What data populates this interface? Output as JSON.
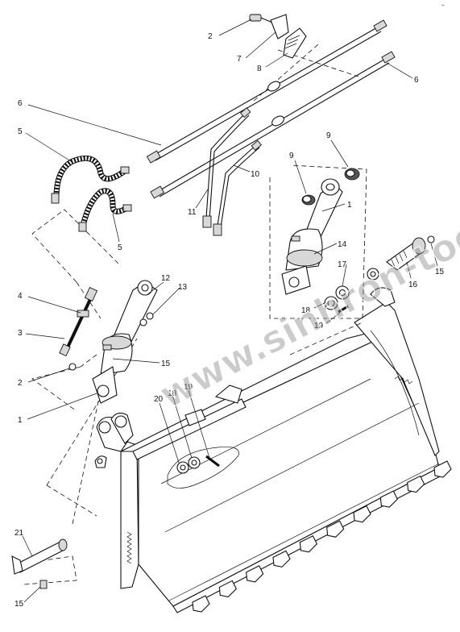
{
  "diagram": {
    "watermark": "www.sinhron-tool.ru",
    "corner_mark": "▪▪",
    "callouts": [
      {
        "id": "c2a",
        "label": "2"
      },
      {
        "id": "c7",
        "label": "7"
      },
      {
        "id": "c8",
        "label": "8"
      },
      {
        "id": "c6a",
        "label": "6"
      },
      {
        "id": "c6b",
        "label": "6"
      },
      {
        "id": "c5a",
        "label": "5"
      },
      {
        "id": "c5b",
        "label": "5"
      },
      {
        "id": "c9a",
        "label": "9"
      },
      {
        "id": "c9b",
        "label": "9"
      },
      {
        "id": "c10",
        "label": "10"
      },
      {
        "id": "c11",
        "label": "11"
      },
      {
        "id": "c1a",
        "label": "1"
      },
      {
        "id": "c14",
        "label": "14"
      },
      {
        "id": "c17",
        "label": "17"
      },
      {
        "id": "c15a",
        "label": "15"
      },
      {
        "id": "c16",
        "label": "16"
      },
      {
        "id": "c18a",
        "label": "18"
      },
      {
        "id": "c19a",
        "label": "19"
      },
      {
        "id": "c12",
        "label": "12"
      },
      {
        "id": "c13",
        "label": "13"
      },
      {
        "id": "c4",
        "label": "4"
      },
      {
        "id": "c3",
        "label": "3"
      },
      {
        "id": "c2b",
        "label": "2"
      },
      {
        "id": "c1b",
        "label": "1"
      },
      {
        "id": "c15b",
        "label": "15"
      },
      {
        "id": "c20",
        "label": "20"
      },
      {
        "id": "c18b",
        "label": "18"
      },
      {
        "id": "c19b",
        "label": "19"
      },
      {
        "id": "c21",
        "label": "21"
      },
      {
        "id": "c15c",
        "label": "15"
      }
    ]
  }
}
